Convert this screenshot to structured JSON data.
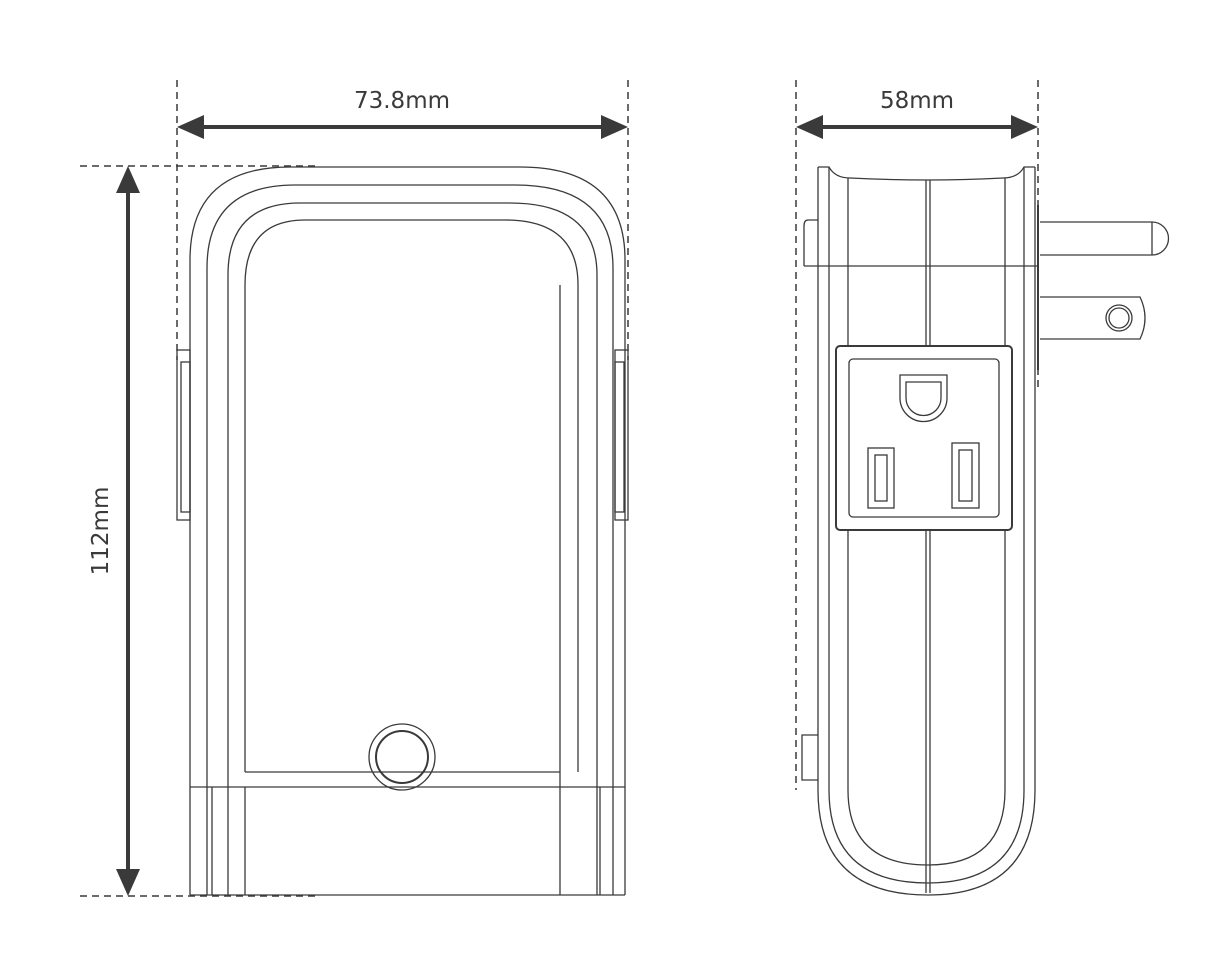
{
  "dimensions": {
    "width_front": "73.8mm",
    "width_side": "58mm",
    "height": "112mm"
  },
  "views": [
    "front-view",
    "side-view"
  ]
}
